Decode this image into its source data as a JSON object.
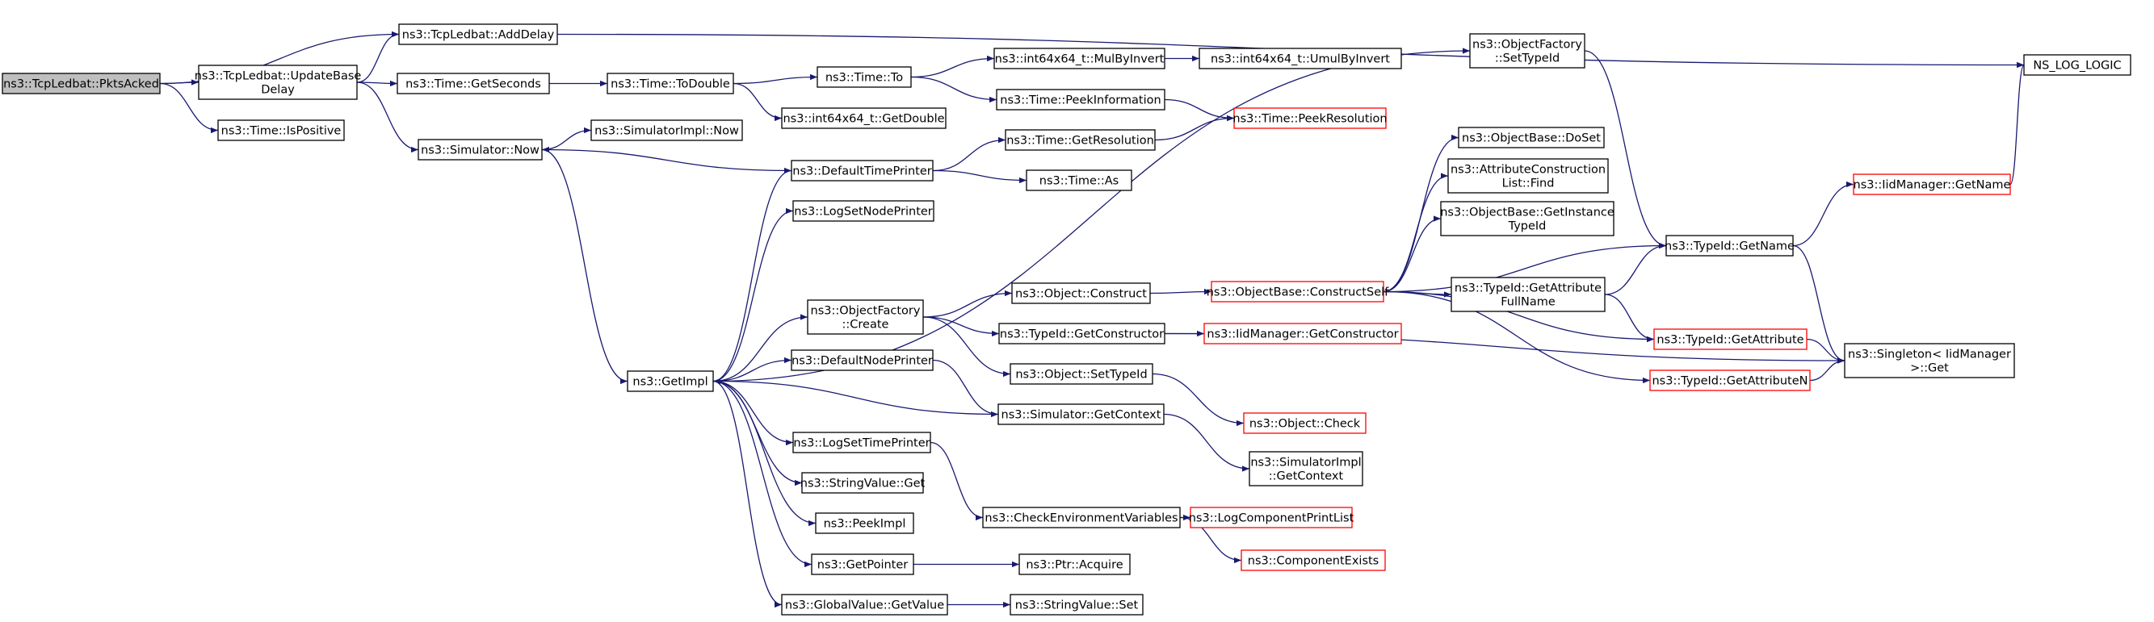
{
  "colors": {
    "edge": "#191970",
    "border": "#000000",
    "highlight_fill": "#bfbfbf",
    "node_fill": "#ffffff",
    "truncated_border": "#ff0000"
  },
  "nodes": [
    {
      "id": "pktsacked",
      "lines": [
        "ns3::TcpLedbat::PktsAcked"
      ],
      "style": "focus"
    },
    {
      "id": "adddelay",
      "lines": [
        "ns3::TcpLedbat::AddDelay"
      ],
      "style": "normal"
    },
    {
      "id": "updatebase",
      "lines": [
        "ns3::TcpLedbat::UpdateBase",
        "Delay"
      ],
      "style": "normal"
    },
    {
      "id": "ispositive",
      "lines": [
        "ns3::Time::IsPositive"
      ],
      "style": "normal"
    },
    {
      "id": "getseconds",
      "lines": [
        "ns3::Time::GetSeconds"
      ],
      "style": "normal"
    },
    {
      "id": "simnow",
      "lines": [
        "ns3::Simulator::Now"
      ],
      "style": "normal"
    },
    {
      "id": "todouble",
      "lines": [
        "ns3::Time::ToDouble"
      ],
      "style": "normal"
    },
    {
      "id": "simimplnow",
      "lines": [
        "ns3::SimulatorImpl::Now"
      ],
      "style": "normal"
    },
    {
      "id": "timeto",
      "lines": [
        "ns3::Time::To"
      ],
      "style": "normal"
    },
    {
      "id": "getdouble",
      "lines": [
        "ns3::int64x64_t::GetDouble"
      ],
      "style": "normal"
    },
    {
      "id": "mulbyinvert",
      "lines": [
        "ns3::int64x64_t::MulByInvert"
      ],
      "style": "normal"
    },
    {
      "id": "umulbyinvert",
      "lines": [
        "ns3::int64x64_t::UmulByInvert"
      ],
      "style": "normal"
    },
    {
      "id": "peekinfo",
      "lines": [
        "ns3::Time::PeekInformation"
      ],
      "style": "normal"
    },
    {
      "id": "peekres",
      "lines": [
        "ns3::Time::PeekResolution"
      ],
      "style": "truncated"
    },
    {
      "id": "getres",
      "lines": [
        "ns3::Time::GetResolution"
      ],
      "style": "normal"
    },
    {
      "id": "deftimeprinter",
      "lines": [
        "ns3::DefaultTimePrinter"
      ],
      "style": "normal"
    },
    {
      "id": "timeas",
      "lines": [
        "ns3::Time::As"
      ],
      "style": "normal"
    },
    {
      "id": "lognodeprinter",
      "lines": [
        "ns3::LogSetNodePrinter"
      ],
      "style": "normal"
    },
    {
      "id": "getimpl",
      "lines": [
        "ns3::GetImpl"
      ],
      "style": "normal"
    },
    {
      "id": "ofcreate",
      "lines": [
        "ns3::ObjectFactory",
        "::Create"
      ],
      "style": "normal"
    },
    {
      "id": "defnodeprinter",
      "lines": [
        "ns3::DefaultNodePrinter"
      ],
      "style": "normal"
    },
    {
      "id": "logtimeprinter",
      "lines": [
        "ns3::LogSetTimePrinter"
      ],
      "style": "normal"
    },
    {
      "id": "strget",
      "lines": [
        "ns3::StringValue::Get"
      ],
      "style": "normal"
    },
    {
      "id": "peekimpl",
      "lines": [
        "ns3::PeekImpl"
      ],
      "style": "normal"
    },
    {
      "id": "getpointer",
      "lines": [
        "ns3::GetPointer"
      ],
      "style": "normal"
    },
    {
      "id": "gvgetvalue",
      "lines": [
        "ns3::GlobalValue::GetValue"
      ],
      "style": "normal"
    },
    {
      "id": "objconstruct",
      "lines": [
        "ns3::Object::Construct"
      ],
      "style": "normal"
    },
    {
      "id": "tidgetctor",
      "lines": [
        "ns3::TypeId::GetConstructor"
      ],
      "style": "normal"
    },
    {
      "id": "objsettypeid",
      "lines": [
        "ns3::Object::SetTypeId"
      ],
      "style": "normal"
    },
    {
      "id": "simgetcontext",
      "lines": [
        "ns3::Simulator::GetContext"
      ],
      "style": "normal"
    },
    {
      "id": "checkenv",
      "lines": [
        "ns3::CheckEnvironmentVariables"
      ],
      "style": "normal"
    },
    {
      "id": "ptracquire",
      "lines": [
        "ns3::Ptr::Acquire"
      ],
      "style": "normal"
    },
    {
      "id": "strset",
      "lines": [
        "ns3::StringValue::Set"
      ],
      "style": "normal"
    },
    {
      "id": "ofsettypeid",
      "lines": [
        "ns3::ObjectFactory",
        "::SetTypeId"
      ],
      "style": "normal"
    },
    {
      "id": "obdoset",
      "lines": [
        "ns3::ObjectBase::DoSet"
      ],
      "style": "normal"
    },
    {
      "id": "attrfind",
      "lines": [
        "ns3::AttributeConstruction",
        "List::Find"
      ],
      "style": "normal"
    },
    {
      "id": "obgetinst",
      "lines": [
        "ns3::ObjectBase::GetInstance",
        "TypeId"
      ],
      "style": "normal"
    },
    {
      "id": "obconstructself",
      "lines": [
        "ns3::ObjectBase::ConstructSelf"
      ],
      "style": "truncated"
    },
    {
      "id": "iidgetctor",
      "lines": [
        "ns3::IidManager::GetConstructor"
      ],
      "style": "truncated"
    },
    {
      "id": "objcheck",
      "lines": [
        "ns3::Object::Check"
      ],
      "style": "truncated"
    },
    {
      "id": "simimplgetctx",
      "lines": [
        "ns3::SimulatorImpl",
        "::GetContext"
      ],
      "style": "normal"
    },
    {
      "id": "logcomplist",
      "lines": [
        "ns3::LogComponentPrintList"
      ],
      "style": "truncated"
    },
    {
      "id": "compexists",
      "lines": [
        "ns3::ComponentExists"
      ],
      "style": "truncated"
    },
    {
      "id": "tidgetattrfull",
      "lines": [
        "ns3::TypeId::GetAttribute",
        "FullName"
      ],
      "style": "normal"
    },
    {
      "id": "tidgetname",
      "lines": [
        "ns3::TypeId::GetName"
      ],
      "style": "normal"
    },
    {
      "id": "tidgetattr",
      "lines": [
        "ns3::TypeId::GetAttribute"
      ],
      "style": "truncated"
    },
    {
      "id": "tidgetattrn",
      "lines": [
        "ns3::TypeId::GetAttributeN"
      ],
      "style": "truncated"
    },
    {
      "id": "iidgetname",
      "lines": [
        "ns3::IidManager::GetName"
      ],
      "style": "truncated"
    },
    {
      "id": "singletonget",
      "lines": [
        "ns3::Singleton< IidManager",
        " >::Get"
      ],
      "style": "normal"
    },
    {
      "id": "nslog",
      "lines": [
        "NS_LOG_LOGIC"
      ],
      "style": "normal"
    }
  ],
  "edges": [
    [
      "pktsacked",
      "adddelay"
    ],
    [
      "pktsacked",
      "updatebase"
    ],
    [
      "pktsacked",
      "ispositive"
    ],
    [
      "updatebase",
      "adddelay"
    ],
    [
      "updatebase",
      "getseconds"
    ],
    [
      "updatebase",
      "simnow"
    ],
    [
      "adddelay",
      "nslog"
    ],
    [
      "getseconds",
      "todouble"
    ],
    [
      "todouble",
      "timeto"
    ],
    [
      "todouble",
      "getdouble"
    ],
    [
      "timeto",
      "mulbyinvert"
    ],
    [
      "timeto",
      "peekinfo"
    ],
    [
      "mulbyinvert",
      "umulbyinvert"
    ],
    [
      "peekinfo",
      "peekres"
    ],
    [
      "getres",
      "peekres"
    ],
    [
      "simnow",
      "simimplnow"
    ],
    [
      "simnow",
      "getimpl"
    ],
    [
      "deftimeprinter",
      "simnow"
    ],
    [
      "deftimeprinter",
      "getres"
    ],
    [
      "deftimeprinter",
      "timeas"
    ],
    [
      "getimpl",
      "deftimeprinter"
    ],
    [
      "getimpl",
      "lognodeprinter"
    ],
    [
      "getimpl",
      "ofcreate"
    ],
    [
      "getimpl",
      "defnodeprinter"
    ],
    [
      "getimpl",
      "logtimeprinter"
    ],
    [
      "getimpl",
      "strget"
    ],
    [
      "getimpl",
      "peekimpl"
    ],
    [
      "getimpl",
      "getpointer"
    ],
    [
      "getimpl",
      "gvgetvalue"
    ],
    [
      "getimpl",
      "ofsettypeid"
    ],
    [
      "simgetcontext",
      "getimpl"
    ],
    [
      "defnodeprinter",
      "simgetcontext"
    ],
    [
      "ofcreate",
      "objconstruct"
    ],
    [
      "ofcreate",
      "tidgetctor"
    ],
    [
      "ofcreate",
      "objsettypeid"
    ],
    [
      "objconstruct",
      "obconstructself"
    ],
    [
      "tidgetctor",
      "iidgetctor"
    ],
    [
      "tidgetctor",
      "singletonget"
    ],
    [
      "objsettypeid",
      "objcheck"
    ],
    [
      "simgetcontext",
      "simimplgetctx"
    ],
    [
      "logtimeprinter",
      "checkenv"
    ],
    [
      "checkenv",
      "logcomplist"
    ],
    [
      "checkenv",
      "compexists"
    ],
    [
      "getpointer",
      "ptracquire"
    ],
    [
      "gvgetvalue",
      "strset"
    ],
    [
      "ofsettypeid",
      "tidgetname"
    ],
    [
      "obconstructself",
      "obdoset"
    ],
    [
      "obconstructself",
      "attrfind"
    ],
    [
      "obconstructself",
      "obgetinst"
    ],
    [
      "obconstructself",
      "tidgetname"
    ],
    [
      "obconstructself",
      "tidgetattrfull"
    ],
    [
      "obconstructself",
      "tidgetattr"
    ],
    [
      "obconstructself",
      "tidgetattrn"
    ],
    [
      "tidgetattrfull",
      "tidgetname"
    ],
    [
      "tidgetattrfull",
      "tidgetattr"
    ],
    [
      "tidgetname",
      "iidgetname"
    ],
    [
      "tidgetname",
      "singletonget"
    ],
    [
      "iidgetname",
      "nslog"
    ],
    [
      "tidgetattr",
      "singletonget"
    ],
    [
      "tidgetattrn",
      "singletonget"
    ]
  ]
}
